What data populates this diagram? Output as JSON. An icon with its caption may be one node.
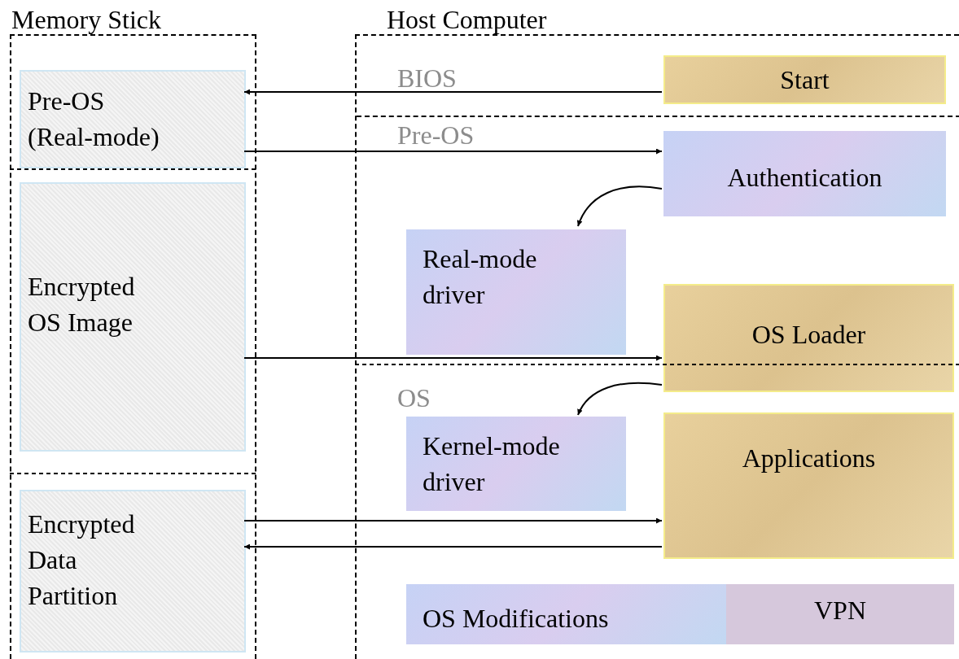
{
  "diagram": {
    "nodes": [
      {
        "text": [
          "Memory Stick"
        ]
      },
      {
        "text": [
          "Pre-OS (Real-mode)"
        ],
        "in": 0
      },
      {
        "text": [
          "Encrypted OS Image"
        ],
        "in": 0
      },
      {
        "text": [
          "Encrypted Data Partition"
        ],
        "in": 0
      },
      {
        "text": [
          "Host Computer"
        ]
      },
      {
        "text": [
          "BIOS"
        ],
        "in": 4
      },
      {
        "text": [
          "Start"
        ],
        "in": 5
      },
      {
        "text": [
          "Pre-OS"
        ],
        "in": 4
      },
      {
        "text": [
          "Authentication"
        ],
        "in": 7
      },
      {
        "text": [
          "Real-mode driver"
        ],
        "in": 7
      },
      {
        "text": [
          "OS Loader"
        ],
        "in": 7
      },
      {
        "text": [
          "OS"
        ],
        "in": 4
      },
      {
        "text": [
          "Kernel-mode driver"
        ],
        "in": 11
      },
      {
        "text": [
          "Applications"
        ],
        "in": 11
      },
      {
        "text": [
          "OS Modifications"
        ],
        "in": 11
      },
      {
        "text": [
          "VPN"
        ],
        "in": 11
      }
    ],
    "edges": [
      {
        "from": 6,
        "to": 1,
        "arrow": "to"
      },
      {
        "from": 1,
        "to": 8,
        "arrow": "to"
      },
      {
        "from": 8,
        "to": 9,
        "arrow": "to"
      },
      {
        "from": 2,
        "to": 10,
        "arrow": "to"
      },
      {
        "from": 10,
        "to": 12,
        "arrow": "to"
      },
      {
        "from": 3,
        "to": 13,
        "arrow": "to"
      },
      {
        "from": 13,
        "to": 3,
        "arrow": "to"
      }
    ]
  }
}
